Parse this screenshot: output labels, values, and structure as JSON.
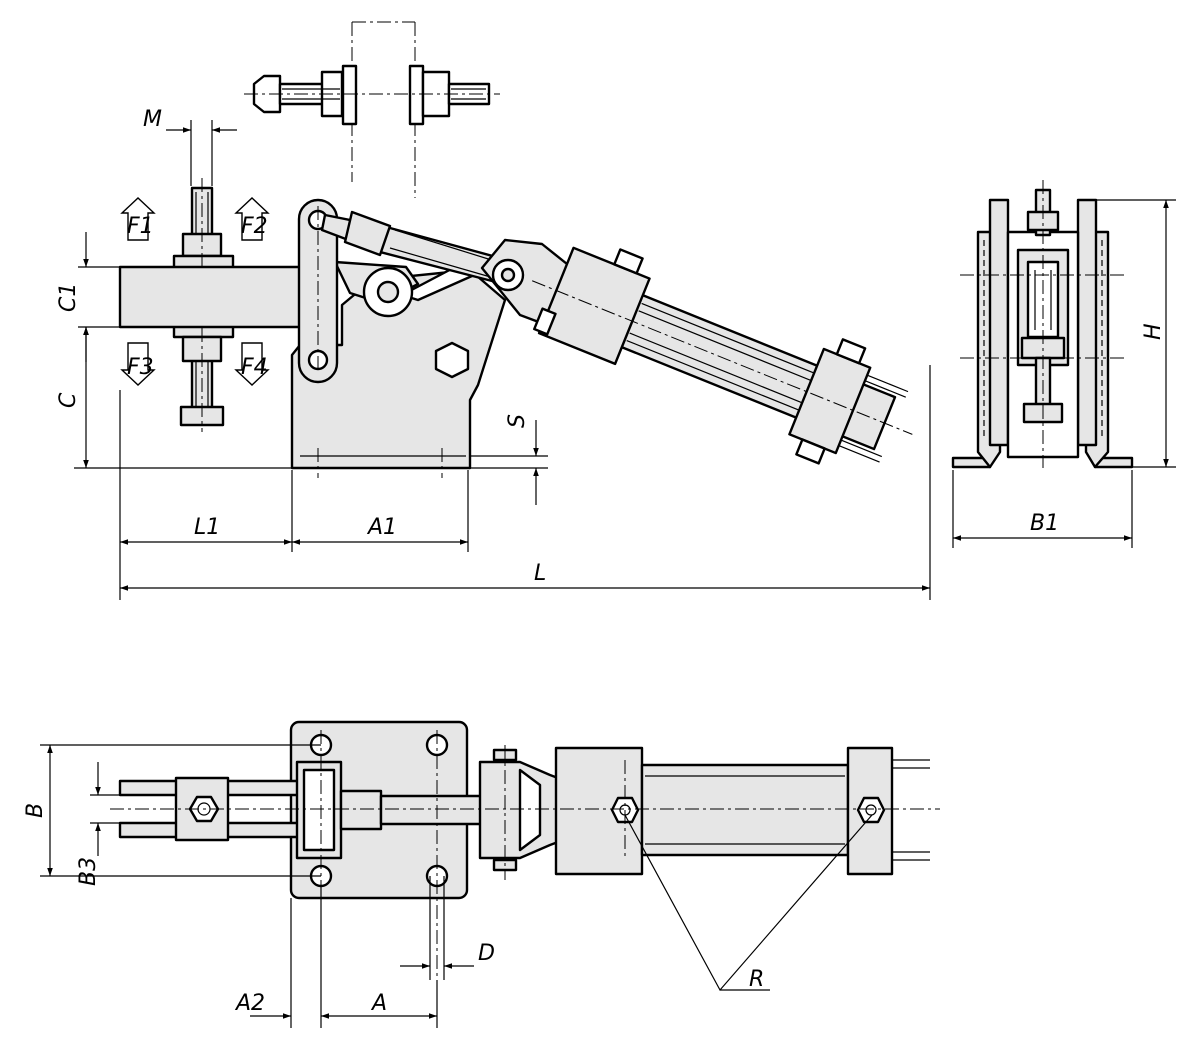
{
  "labels": {
    "M": "M",
    "F1": "F1",
    "F2": "F2",
    "F3": "F3",
    "F4": "F4",
    "C1": "C1",
    "C": "C",
    "S": "S",
    "L1": "L1",
    "A1": "A1",
    "L": "L",
    "H": "H",
    "B1": "B1",
    "B": "B",
    "B3": "B3",
    "D": "D",
    "A2": "A2",
    "A": "A",
    "R": "R"
  }
}
